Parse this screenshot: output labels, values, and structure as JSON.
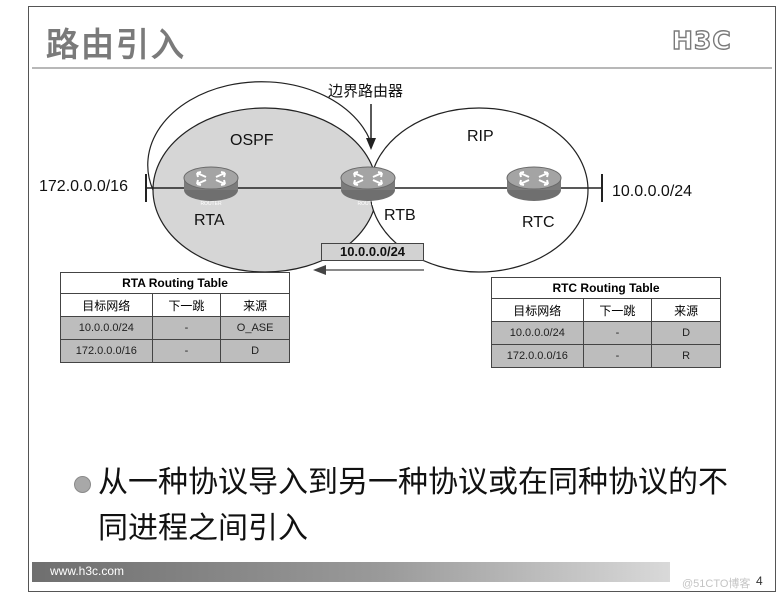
{
  "slide": {
    "title": "路由引入",
    "logo": "H3C",
    "border_router_label": "边界路由器",
    "bullet": "从一种协议导入到另一种协议或在同种协议的不同进程之间引入",
    "footer_url": "www.h3c.com",
    "page_number": "4",
    "watermark": "@51CTO博客"
  },
  "diagram": {
    "areas": [
      {
        "name": "OSPF"
      },
      {
        "name": "RIP"
      }
    ],
    "routers": [
      {
        "name": "RTA",
        "icon_text": "ROUTER"
      },
      {
        "name": "RTB",
        "icon_text": "ROUTER"
      },
      {
        "name": "RTC",
        "icon_text": "ROUTER"
      }
    ],
    "networks": {
      "left": "172.0.0.0/16",
      "right": "10.0.0.0/24"
    },
    "advertised_route": "10.0.0.0/24"
  },
  "tables": {
    "rta": {
      "caption": "RTA Routing Table",
      "headers": [
        "目标网络",
        "下一跳",
        "来源"
      ],
      "rows": [
        [
          "10.0.0.0/24",
          "-",
          "O_ASE"
        ],
        [
          "172.0.0.0/16",
          "-",
          "D"
        ]
      ]
    },
    "rtc": {
      "caption": "RTC Routing Table",
      "headers": [
        "目标网络",
        "下一跳",
        "来源"
      ],
      "rows": [
        [
          "10.0.0.0/24",
          "-",
          "D"
        ],
        [
          "172.0.0.0/16",
          "-",
          "R"
        ]
      ]
    }
  },
  "colors": {
    "ospf_fill": "#d6d6d6",
    "router": "#9b9b9b",
    "title": "#7a7a7a",
    "table_data_bg": "#bdbdbd"
  }
}
